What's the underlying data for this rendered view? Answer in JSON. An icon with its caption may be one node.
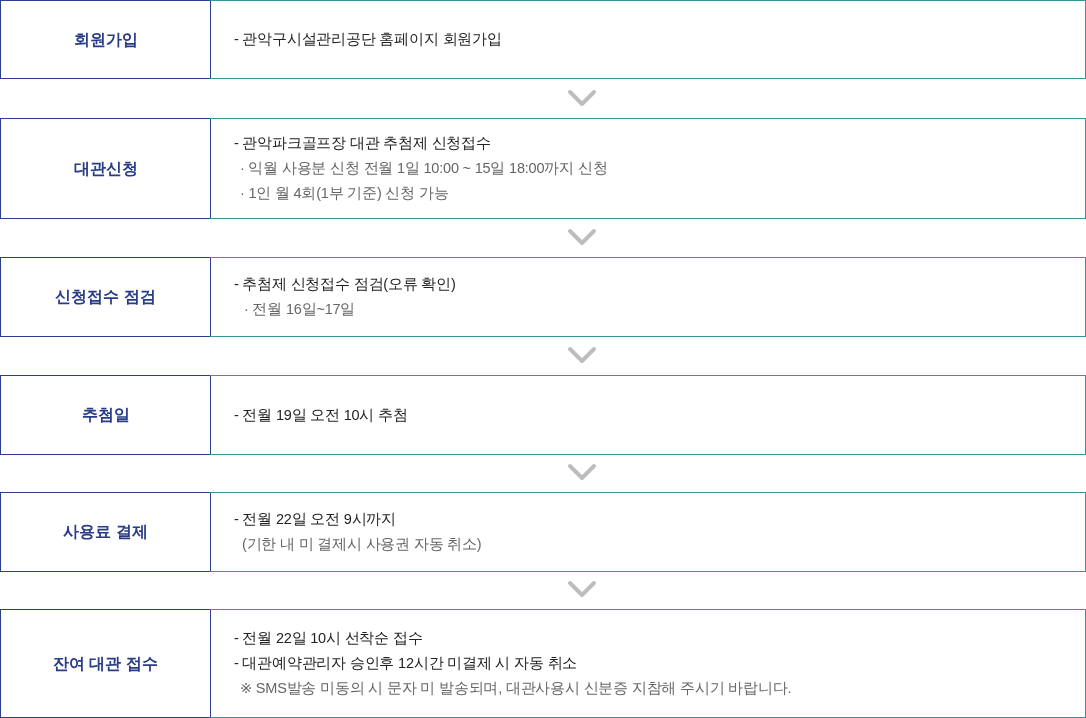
{
  "diagram": {
    "nodes": [
      {
        "text": [
          "회원가입"
        ]
      },
      {
        "text": [
          "- 관악구시설관리공단 홈페이지 회원가입"
        ]
      },
      {
        "text": [
          "대관신청"
        ]
      },
      {
        "text": [
          "- 관악파크골프장 대관 추첨제 신청접수",
          "· 익월 사용분 신청 전월 1일 10:00 ~ 15일 18:00까지 신청",
          "· 1인 월 4회(1부 기준) 신청 가능"
        ]
      },
      {
        "text": [
          "신청접수 점검"
        ]
      },
      {
        "text": [
          "- 추첨제 신청접수 점검(오류 확인)",
          "· 전월 16일~17일"
        ]
      },
      {
        "text": [
          "추첨일"
        ]
      },
      {
        "text": [
          "- 전월 19일 오전 10시 추첨"
        ]
      },
      {
        "text": [
          "사용료 결제"
        ]
      },
      {
        "text": [
          "- 전월 22일 오전 9시까지",
          "(기한 내 미 결제시 사용권 자동 취소)"
        ]
      },
      {
        "text": [
          "잔여 대관 접수"
        ]
      },
      {
        "text": [
          "- 전월 22일 10시 선착순 접수",
          "- 대관예약관리자 승인후 12시간 미결제 시 자동 취소",
          "※ SMS발송 미동의 시 문자 미 발송되며, 대관사용시 신분증 지참해 주시기 바랍니다."
        ]
      }
    ],
    "edges": [
      {
        "from": 1,
        "to": 3,
        "arrow": "to"
      },
      {
        "from": 3,
        "to": 5,
        "arrow": "to"
      },
      {
        "from": 5,
        "to": 7,
        "arrow": "to"
      },
      {
        "from": 7,
        "to": 9,
        "arrow": "to"
      },
      {
        "from": 9,
        "to": 11,
        "arrow": "to"
      }
    ]
  }
}
